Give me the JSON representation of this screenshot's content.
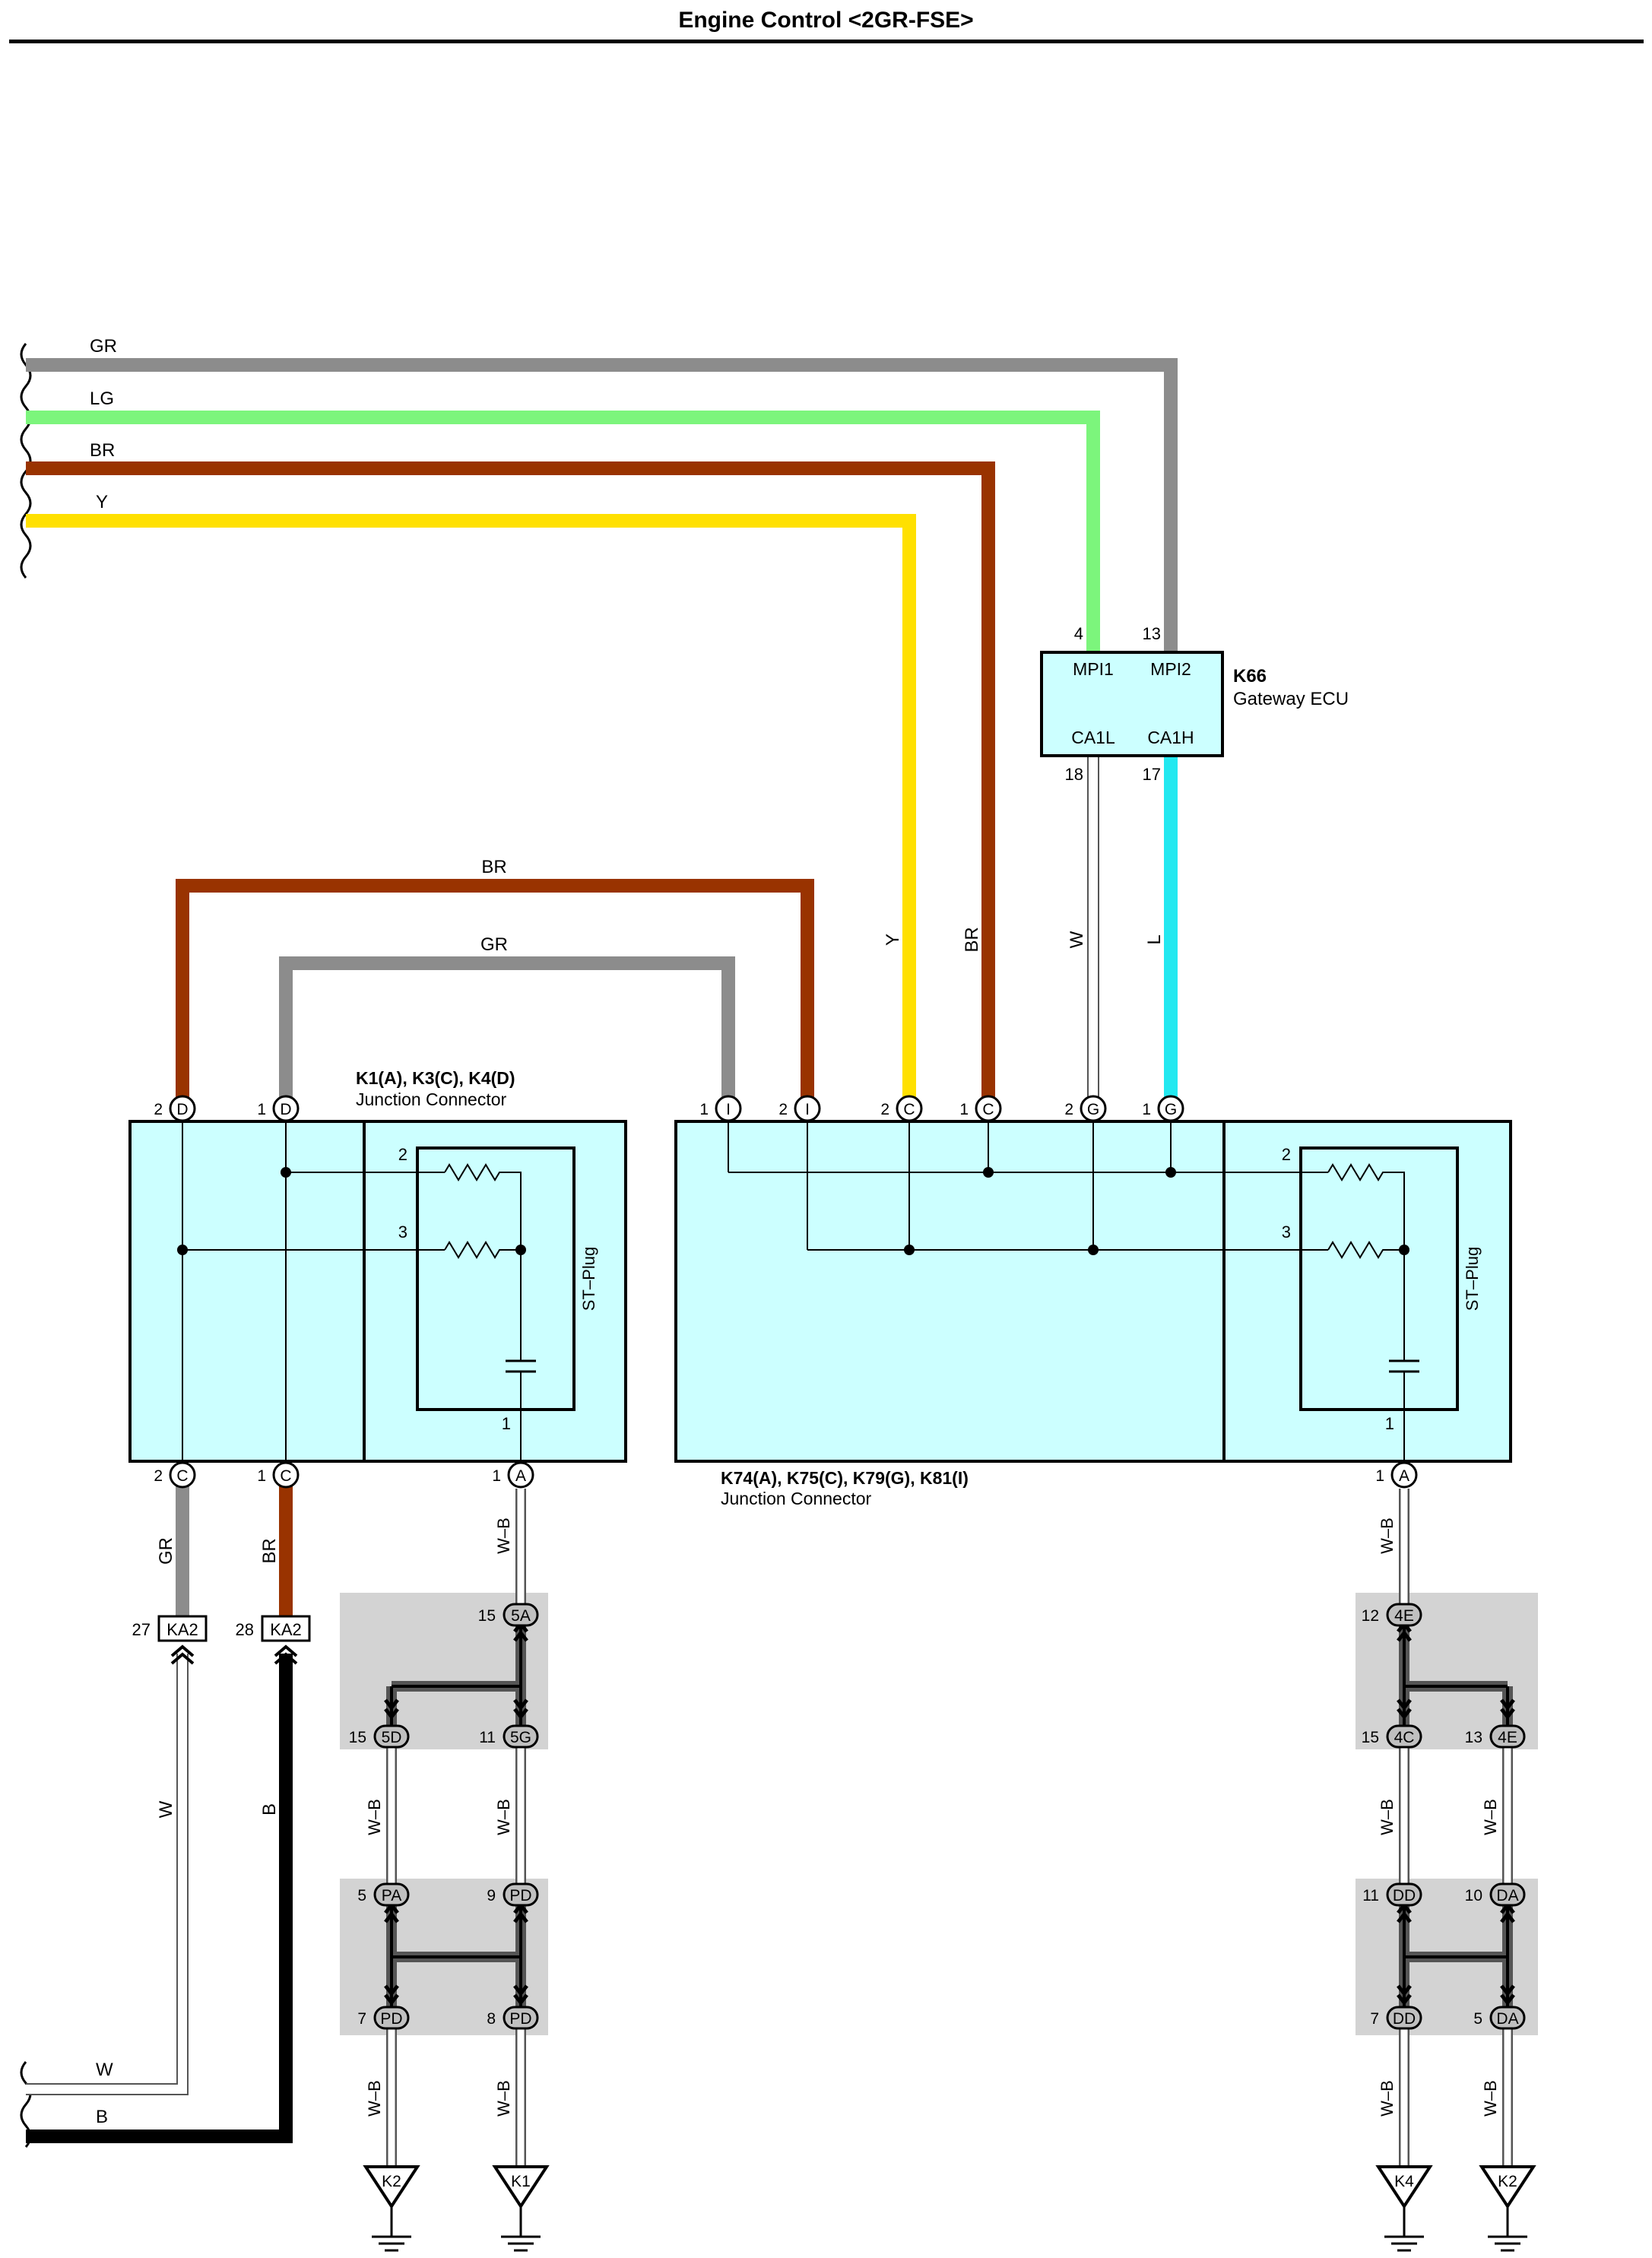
{
  "title": "Engine Control <2GR-FSE>",
  "colors": {
    "GR": "#8c8c8c",
    "LG": "#7cf57c",
    "BR": "#993300",
    "Y": "#ffe000",
    "L": "#22e8f0",
    "W": "#ffffff",
    "B": "#000000",
    "WB": "#ffffff",
    "box": "#ccffff",
    "splice": "#d3d3d3"
  },
  "wires": {
    "gr_left": "GR",
    "lg_left": "LG",
    "br_left": "BR",
    "y_left": "Y",
    "br_mid": "BR",
    "gr_mid": "GR",
    "y_vert": "Y",
    "br_vert": "BR",
    "w_vert": "W",
    "l_vert": "L",
    "gr_k1": "GR",
    "br_k1": "BR",
    "w_ka2": "W",
    "b_ka2": "B",
    "w_bottom": "W",
    "b_bottom": "B",
    "wb": "W–B"
  },
  "k66": {
    "code": "K66",
    "name": "Gateway ECU",
    "pins": {
      "mpi1": "MPI1",
      "mpi2": "MPI2",
      "ca1l": "CA1L",
      "ca1h": "CA1H"
    },
    "pin_numbers": {
      "mpi1": "4",
      "mpi2": "13",
      "ca1l": "18",
      "ca1h": "17"
    }
  },
  "jc1": {
    "label": "K1(A), K3(C), K4(D)",
    "sub": "Junction Connector",
    "stplug": "ST–Plug",
    "top_pins": [
      {
        "num": "2",
        "letter": "D"
      },
      {
        "num": "1",
        "letter": "D"
      }
    ],
    "bottom_pins": [
      {
        "num": "2",
        "letter": "C"
      },
      {
        "num": "1",
        "letter": "C"
      },
      {
        "num": "1",
        "letter": "A"
      }
    ],
    "inner": {
      "r1": "2",
      "r2": "3",
      "cap": "1"
    }
  },
  "jc2": {
    "label": "K74(A), K75(C), K79(G), K81(I)",
    "sub": "Junction Connector",
    "stplug": "ST–Plug",
    "top_pins": [
      {
        "num": "1",
        "letter": "I"
      },
      {
        "num": "2",
        "letter": "I"
      },
      {
        "num": "2",
        "letter": "C"
      },
      {
        "num": "1",
        "letter": "C"
      },
      {
        "num": "2",
        "letter": "G"
      },
      {
        "num": "1",
        "letter": "G"
      }
    ],
    "bottom_pins": [
      {
        "num": "1",
        "letter": "A"
      }
    ],
    "inner": {
      "r1": "2",
      "r2": "3",
      "cap": "1"
    }
  },
  "ka2": [
    {
      "num": "27",
      "code": "KA2"
    },
    {
      "num": "28",
      "code": "KA2"
    }
  ],
  "connectors": {
    "c5a": {
      "num": "15",
      "code": "5A"
    },
    "c5d": {
      "num": "15",
      "code": "5D"
    },
    "c5g": {
      "num": "11",
      "code": "5G"
    },
    "cpa": {
      "num": "5",
      "code": "PA"
    },
    "cpd9": {
      "num": "9",
      "code": "PD"
    },
    "cpd7": {
      "num": "7",
      "code": "PD"
    },
    "cpd8": {
      "num": "8",
      "code": "PD"
    },
    "c4e12": {
      "num": "12",
      "code": "4E"
    },
    "c4c": {
      "num": "15",
      "code": "4C"
    },
    "c4e13": {
      "num": "13",
      "code": "4E"
    },
    "cdd11": {
      "num": "11",
      "code": "DD"
    },
    "cda10": {
      "num": "10",
      "code": "DA"
    },
    "cdd7": {
      "num": "7",
      "code": "DD"
    },
    "cda5": {
      "num": "5",
      "code": "DA"
    }
  },
  "grounds": [
    "K2",
    "K1",
    "K4",
    "K2"
  ]
}
